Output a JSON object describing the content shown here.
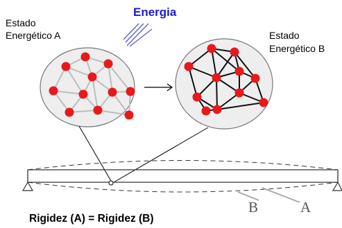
{
  "labels": {
    "state_a": [
      "Estado",
      "Energético A"
    ],
    "state_b": [
      "Estado",
      "Energético B"
    ],
    "energy": "Energia",
    "curve_b": "B",
    "curve_a": "A",
    "caption": "Rigidez (A) = Rigidez (B)"
  },
  "colors": {
    "energy_text": "#1a1ad6",
    "atom": "#e8191c",
    "bond_state_a": "#bdbdbd",
    "bond_state_b": "#111111",
    "circle_fill": "#eeeeee",
    "circle_stroke": "#777777",
    "beam_stroke": "#333333"
  },
  "icons": {
    "energy": "energy-arrow-icon",
    "transition": "right-arrow-icon",
    "supports": "triangle-support-icon"
  }
}
